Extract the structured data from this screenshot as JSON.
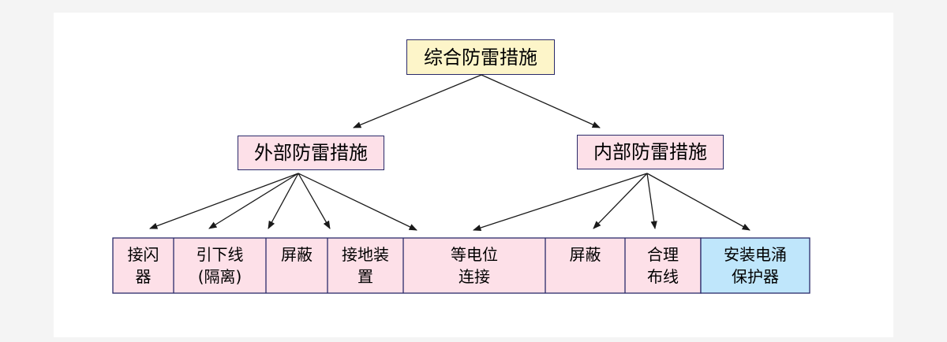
{
  "colors": {
    "root_fill": "#fdf5c9",
    "mid_fill": "#fde0e8",
    "leaf_fill": "#fde0e8",
    "leaf_highlight_fill": "#bfe6fb",
    "border": "#2a2a6a",
    "arrow": "#1a1a1a"
  },
  "diagram": {
    "root": {
      "label": "综合防雷措施"
    },
    "branches": [
      {
        "label": "外部防雷措施",
        "leaves": [
          {
            "lines": [
              "接闪",
              "器"
            ]
          },
          {
            "lines": [
              "引下线",
              "(隔离)"
            ]
          },
          {
            "lines": [
              "屏蔽"
            ]
          },
          {
            "lines": [
              "接地装",
              "置"
            ]
          }
        ]
      },
      {
        "label": "内部防雷措施",
        "leaves": [
          {
            "lines": [
              "等电位",
              "连接"
            ]
          },
          {
            "lines": [
              "屏蔽"
            ]
          },
          {
            "lines": [
              "合理",
              "布线"
            ]
          },
          {
            "lines": [
              "安装电涌",
              "保护器"
            ]
          }
        ]
      }
    ]
  }
}
